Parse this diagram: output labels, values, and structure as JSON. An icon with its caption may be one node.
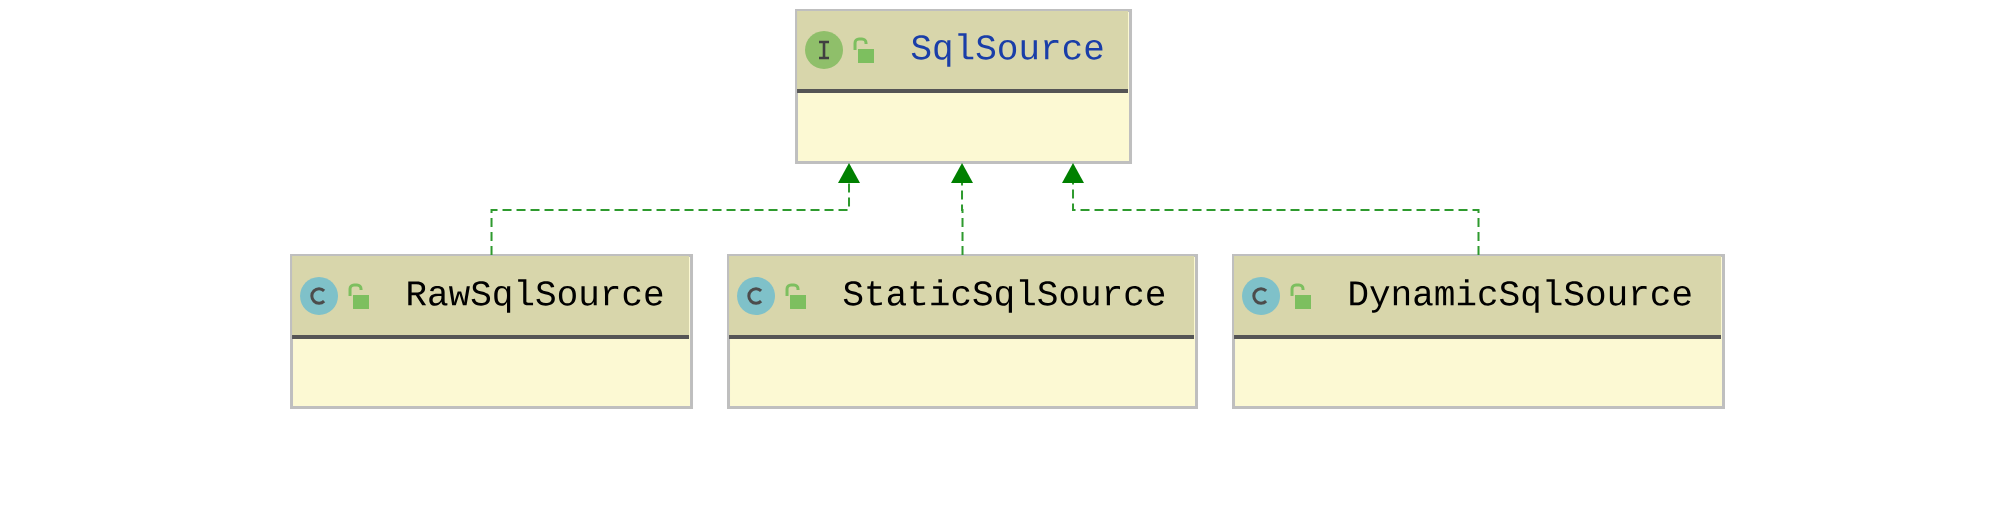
{
  "diagram": {
    "nodes": [
      {
        "text": [
          "SqlSource"
        ]
      },
      {
        "text": [
          "RawSqlSource"
        ]
      },
      {
        "text": [
          "StaticSqlSource"
        ]
      },
      {
        "text": [
          "DynamicSqlSource"
        ]
      }
    ],
    "edges": [
      {
        "from": 1,
        "to": 0,
        "arrow": "to",
        "style": "dashed"
      },
      {
        "from": 2,
        "to": 0,
        "arrow": "to",
        "style": "dashed"
      },
      {
        "from": 3,
        "to": 0,
        "arrow": "to",
        "style": "dashed"
      }
    ]
  }
}
